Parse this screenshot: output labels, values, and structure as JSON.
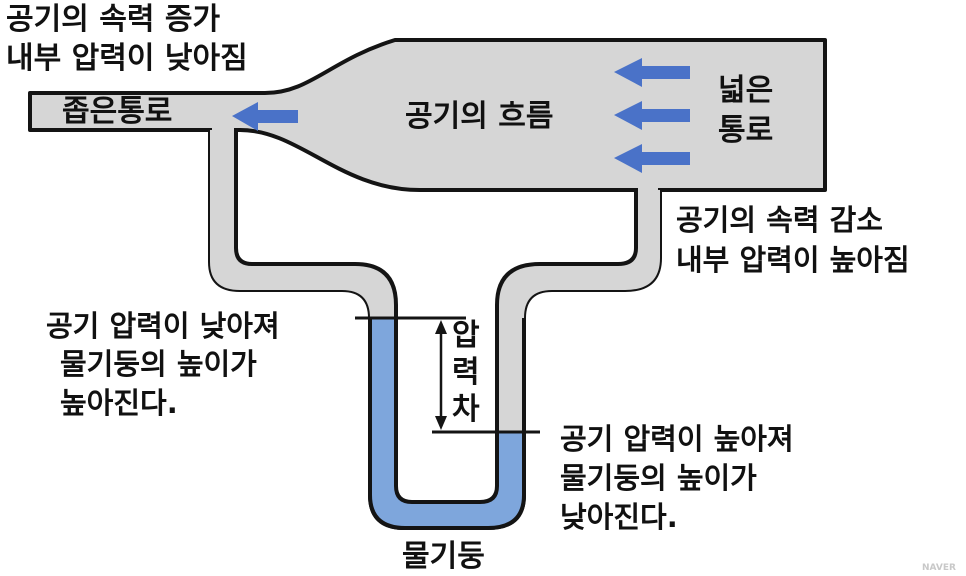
{
  "labels": {
    "narrow_effect_line1": "공기의 속력 증가",
    "narrow_effect_line2": "내부 압력이 낮아짐",
    "narrow_passage": "좁은통로",
    "air_flow": "공기의 흐름",
    "wide_passage_line1": "넓은",
    "wide_passage_line2": "통로",
    "wide_effect_line1": "공기의 속력 감소",
    "wide_effect_line2": "내부 압력이 높아짐",
    "left_note_line1": "공기 압력이 낮아져",
    "left_note_line2": "물기둥의 높이가",
    "left_note_line3": "높아진다.",
    "pressure_diff_1": "압",
    "pressure_diff_2": "력",
    "pressure_diff_3": "차",
    "right_note_line1": "공기 압력이 높아져",
    "right_note_line2": "물기둥의 높이가",
    "right_note_line3": "낮아진다.",
    "water_column": "물기둥",
    "watermark": "NAVER"
  },
  "colors": {
    "tube_fill": "#d6d6d6",
    "outline": "#141414",
    "water": "#7ea6dc",
    "arrow": "#4a72c8",
    "background": "#ffffff"
  }
}
